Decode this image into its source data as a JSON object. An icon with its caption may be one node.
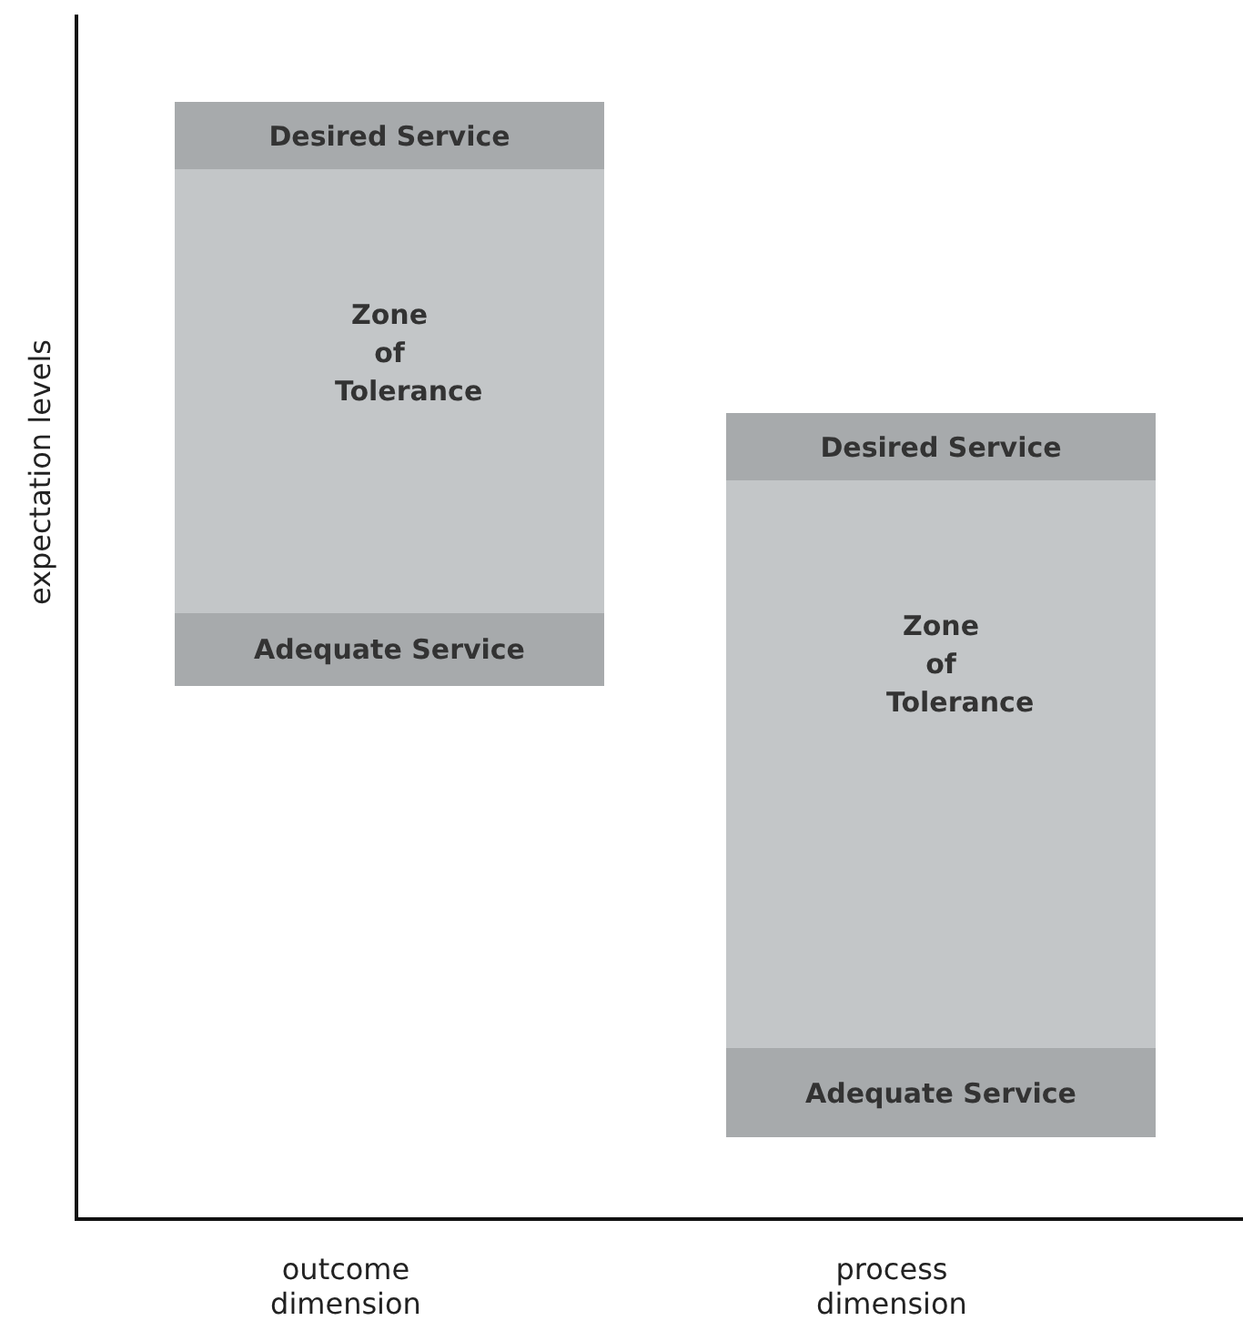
{
  "diagram": {
    "nodes": [
      {
        "text": [],
        "shape": "box"
      },
      {
        "text": [
          "Desired Service"
        ],
        "in": 0
      },
      {
        "text": [
          "Zone of Tolerance"
        ],
        "in": 0
      },
      {
        "text": [
          "Adequate Service"
        ],
        "in": 0
      },
      {
        "text": [],
        "shape": "box"
      },
      {
        "text": [
          "Desired Service"
        ],
        "in": 4
      },
      {
        "text": [
          "Zone of Tolerance"
        ],
        "in": 4
      },
      {
        "text": [
          "Adequate Service"
        ],
        "in": 4
      }
    ],
    "labels": [
      "expectation levels",
      "outcome dimension",
      "process dimension"
    ]
  }
}
